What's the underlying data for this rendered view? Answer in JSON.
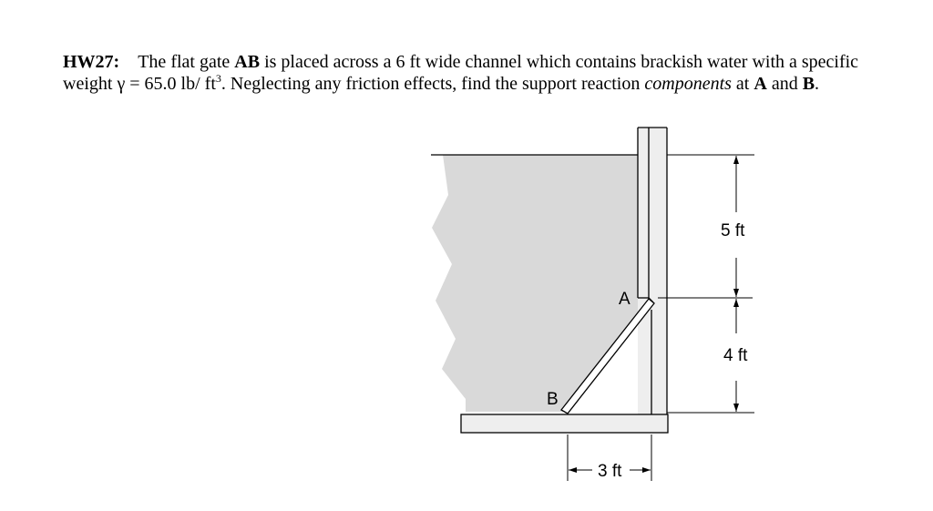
{
  "problem": {
    "hw_label": "HW27:",
    "t1": "The flat gate ",
    "ab": "AB",
    "t2": " is placed across a 6 ft wide channel which contains brackish water with a specific weight ",
    "gamma_expr": "γ = 65.0 lb/ ft",
    "exp": "3",
    "t3": ".  Neglecting any friction effects, find the support reaction ",
    "components": "components",
    "t4": " at ",
    "a": "A",
    "t5": " and ",
    "b": "B",
    "t6": "."
  },
  "diagram": {
    "label_a": "A",
    "label_b": "B",
    "dim_upper": "5 ft",
    "dim_lower": "4 ft",
    "dim_horizontal": "3 ft",
    "water_color": "#d9d9d9",
    "wall_fill": "#eeeeee",
    "line_color": "#000000"
  }
}
